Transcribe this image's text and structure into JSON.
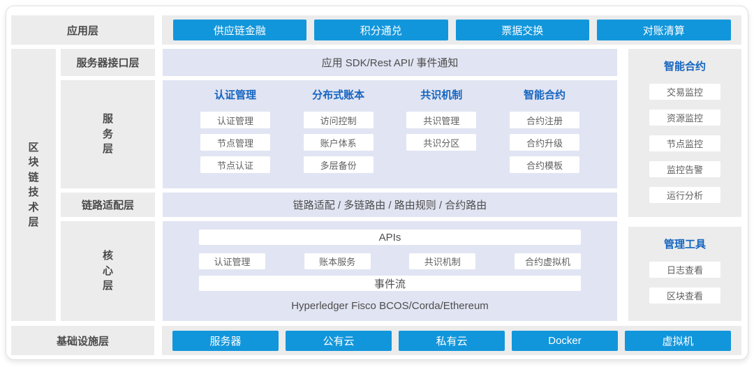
{
  "colors": {
    "accent_blue": "#1296db",
    "heading_blue": "#1565c0",
    "panel_lavender": "#e1e4f2",
    "panel_gray": "#ececec"
  },
  "application_layer": {
    "label": "应用层",
    "buttons": [
      "供应链金融",
      "积分通兑",
      "票据交换",
      "对账清算"
    ]
  },
  "blockchain_layer": {
    "label": "区块链技术层",
    "interface_row": {
      "label": "服务器接口层",
      "content": "应用 SDK/Rest API/ 事件通知"
    },
    "service_row": {
      "label": "服务层",
      "columns": [
        {
          "header": "认证管理",
          "items": [
            "认证管理",
            "节点管理",
            "节点认证"
          ]
        },
        {
          "header": "分布式账本",
          "items": [
            "访问控制",
            "账户体系",
            "多层备份"
          ]
        },
        {
          "header": "共识机制",
          "items": [
            "共识管理",
            "共识分区"
          ]
        },
        {
          "header": "智能合约",
          "items": [
            "合约注册",
            "合约升级",
            "合约模板"
          ]
        }
      ]
    },
    "link_row": {
      "label": "链路适配层",
      "content": "链路适配 / 多链路由 / 路由规则 / 合约路由"
    },
    "core_row": {
      "label": "核心层",
      "apis_bar": "APIs",
      "modules": [
        "认证管理",
        "账本服务",
        "共识机制",
        "合约虚拟机"
      ],
      "event_bar": "事件流",
      "platforms": "Hyperledger Fisco BCOS/Corda/Ethereum"
    }
  },
  "side_panels": {
    "monitor": {
      "header": "智能合约",
      "items": [
        "交易监控",
        "资源监控",
        "节点监控",
        "监控告警",
        "运行分析"
      ]
    },
    "tools": {
      "header": "管理工具",
      "items": [
        "日志查看",
        "区块查看"
      ]
    }
  },
  "infrastructure_layer": {
    "label": "基础设施层",
    "buttons": [
      "服务器",
      "公有云",
      "私有云",
      "Docker",
      "虚拟机"
    ]
  }
}
